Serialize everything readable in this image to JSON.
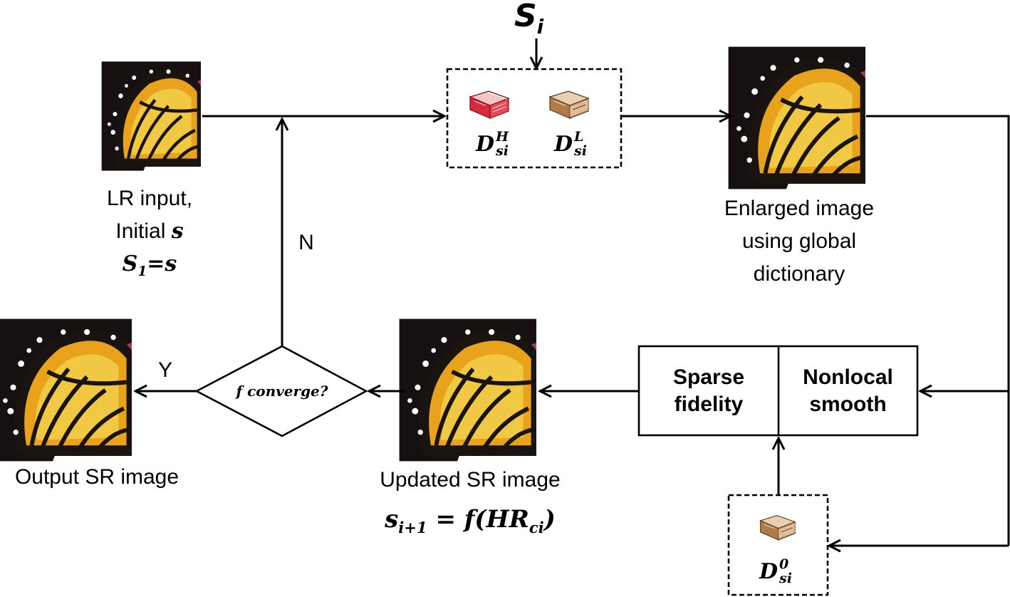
{
  "top_input_label": "S",
  "top_input_sub": "i",
  "lr": {
    "line1": "LR input,",
    "line2_prefix": "Initial ",
    "line2_var": "s",
    "eq_var": "S",
    "eq_sub": "1",
    "eq_rest": "=s"
  },
  "enlarged": {
    "line1": "Enlarged image",
    "line2": "using global",
    "line3": "dictionary"
  },
  "dict_high": {
    "base": "D",
    "sup": "H",
    "sub": "si"
  },
  "dict_low": {
    "base": "D",
    "sup": "L",
    "sub": "si"
  },
  "dict_zero": {
    "base": "D",
    "sup": "0",
    "sub": "si"
  },
  "sparse": {
    "line1": "Sparse",
    "line2": "fidelity"
  },
  "nonlocal": {
    "line1": "Nonlocal",
    "line2": "smooth"
  },
  "decision": {
    "text": "f converge?"
  },
  "branch_no": "N",
  "branch_yes": "Y",
  "updated": {
    "label": "Updated SR image",
    "formula_var": "s",
    "formula_sub": "i+1",
    "formula_rest": " = f(HR",
    "formula_sub2": "ci",
    "formula_close": ")"
  },
  "output_label": "Output SR image",
  "colors": {
    "stroke": "#000000",
    "book_red": "#d8283c",
    "book_brown": "#b07a4a",
    "butterfly_orange": "#e8a21c",
    "butterfly_yellow": "#f2cf4a",
    "background_pink": "#b0386a"
  }
}
